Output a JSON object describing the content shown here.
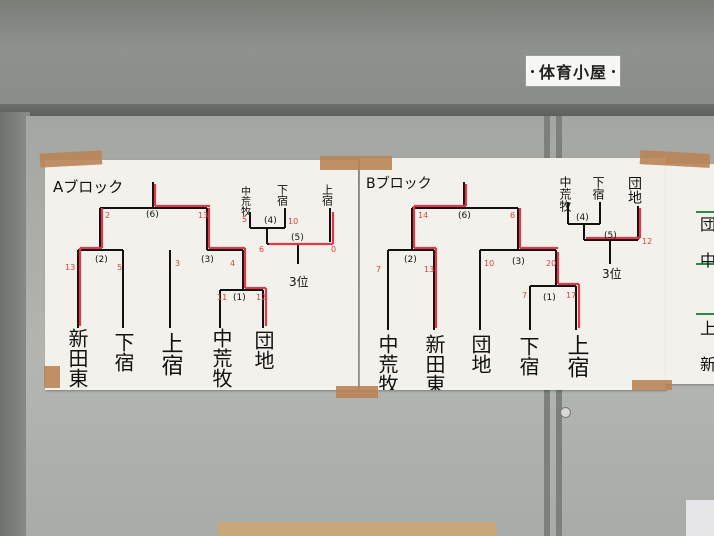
{
  "sign": {
    "text": "体育小屋"
  },
  "block_a": {
    "title": "Aブロック",
    "teams": [
      "新田東",
      "下宿",
      "上宿",
      "中荒牧",
      "団地"
    ],
    "third_place_teams": [
      "中荒牧",
      "下宿",
      "上宿"
    ],
    "match_labels": [
      "(6)",
      "(2)",
      "(3)",
      "(1)",
      "(4)",
      "(5)"
    ],
    "third_place_label": "3位",
    "scores": [
      "2",
      "13",
      "13",
      "5",
      "3",
      "4",
      "11",
      "12",
      "5",
      "10",
      "6",
      "0"
    ]
  },
  "block_b": {
    "title": "Bブロック",
    "teams": [
      "中荒牧",
      "新田東",
      "団地",
      "下宿",
      "上宿"
    ],
    "third_place_teams": [
      "中荒牧",
      "下宿",
      "団地"
    ],
    "match_labels": [
      "(6)",
      "(2)",
      "(3)",
      "(1)",
      "(4)",
      "(5)"
    ],
    "third_place_label": "3位",
    "scores": [
      "14",
      "6",
      "7",
      "13",
      "10",
      "20",
      "7",
      "17",
      "12"
    ]
  },
  "poster_c": {
    "chars": [
      "団",
      "中",
      "上",
      "新"
    ]
  },
  "colors": {
    "pen_black": "#111111",
    "pen_red": "#e0394a",
    "paper": "#f2f1ec",
    "tape": "#b98456"
  }
}
